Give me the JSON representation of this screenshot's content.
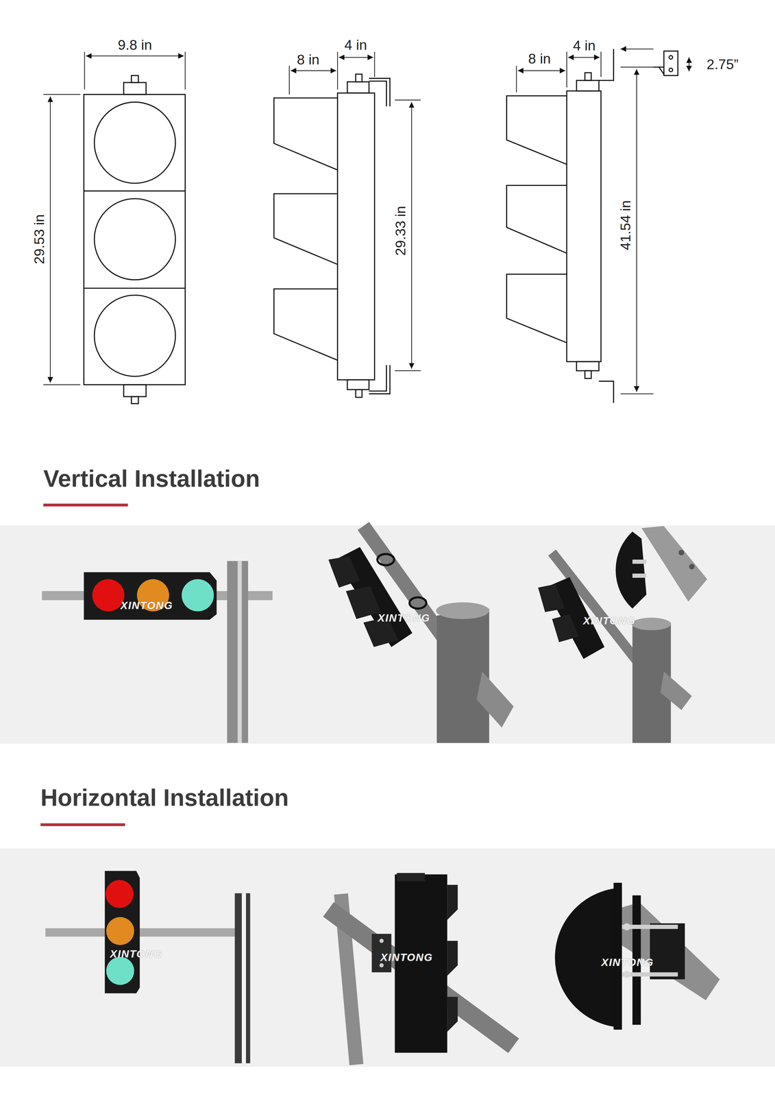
{
  "diagram": {
    "labels": [
      "9.8 in",
      "29.53 in",
      "8 in",
      "4 in",
      "29.33 in",
      "8 in",
      "4 in",
      "2.75”",
      "41.54 in",
      "Vertical Installation",
      "Horizontal Installation",
      "XINTONG",
      "XINTONG",
      "XINTONG",
      "XINTONG",
      "XINTONG",
      "XINTONG"
    ]
  }
}
